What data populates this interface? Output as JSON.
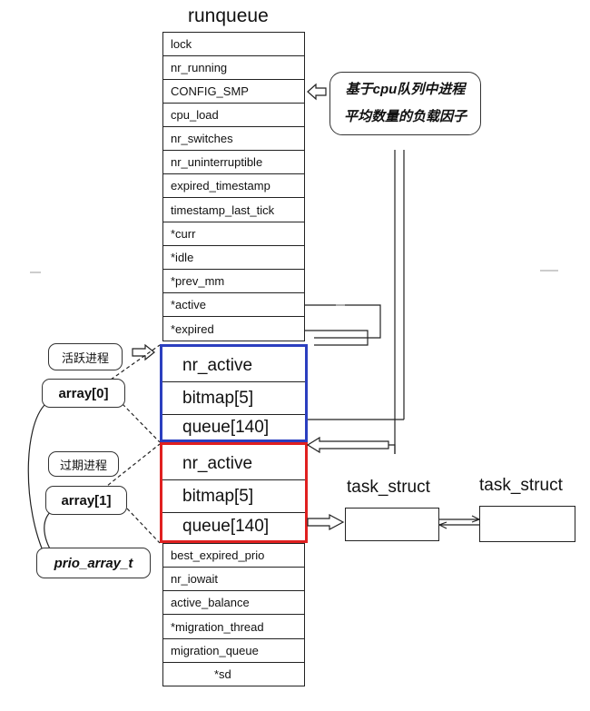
{
  "title": "runqueue",
  "fields_top": [
    "lock",
    "nr_running",
    "CONFIG_SMP",
    "cpu_load",
    "nr_switches",
    "nr_uninterruptible",
    "expired_timestamp",
    "timestamp_last_tick",
    "*curr",
    "*idle",
    "*prev_mm",
    "*active",
    "*expired"
  ],
  "prio_array_fields": [
    "nr_active",
    "bitmap[5]",
    "queue[140]"
  ],
  "fields_bottom": [
    "best_expired_prio",
    "nr_iowait",
    "active_balance",
    "*migration_thread",
    "migration_queue",
    "*sd"
  ],
  "annotations": {
    "cpu_load_note_line1": "基于cpu队列中进程",
    "cpu_load_note_line2": "平均数量的负载因子",
    "active_label": "活跃进程",
    "array0": "array[0]",
    "expired_label": "过期进程",
    "array1": "array[1]",
    "prio_array_t": "prio_array_t"
  },
  "task_struct_label": "task_struct",
  "colors": {
    "active_box": "#2b3fbf",
    "expired_box": "#e02020",
    "line": "#222222"
  }
}
